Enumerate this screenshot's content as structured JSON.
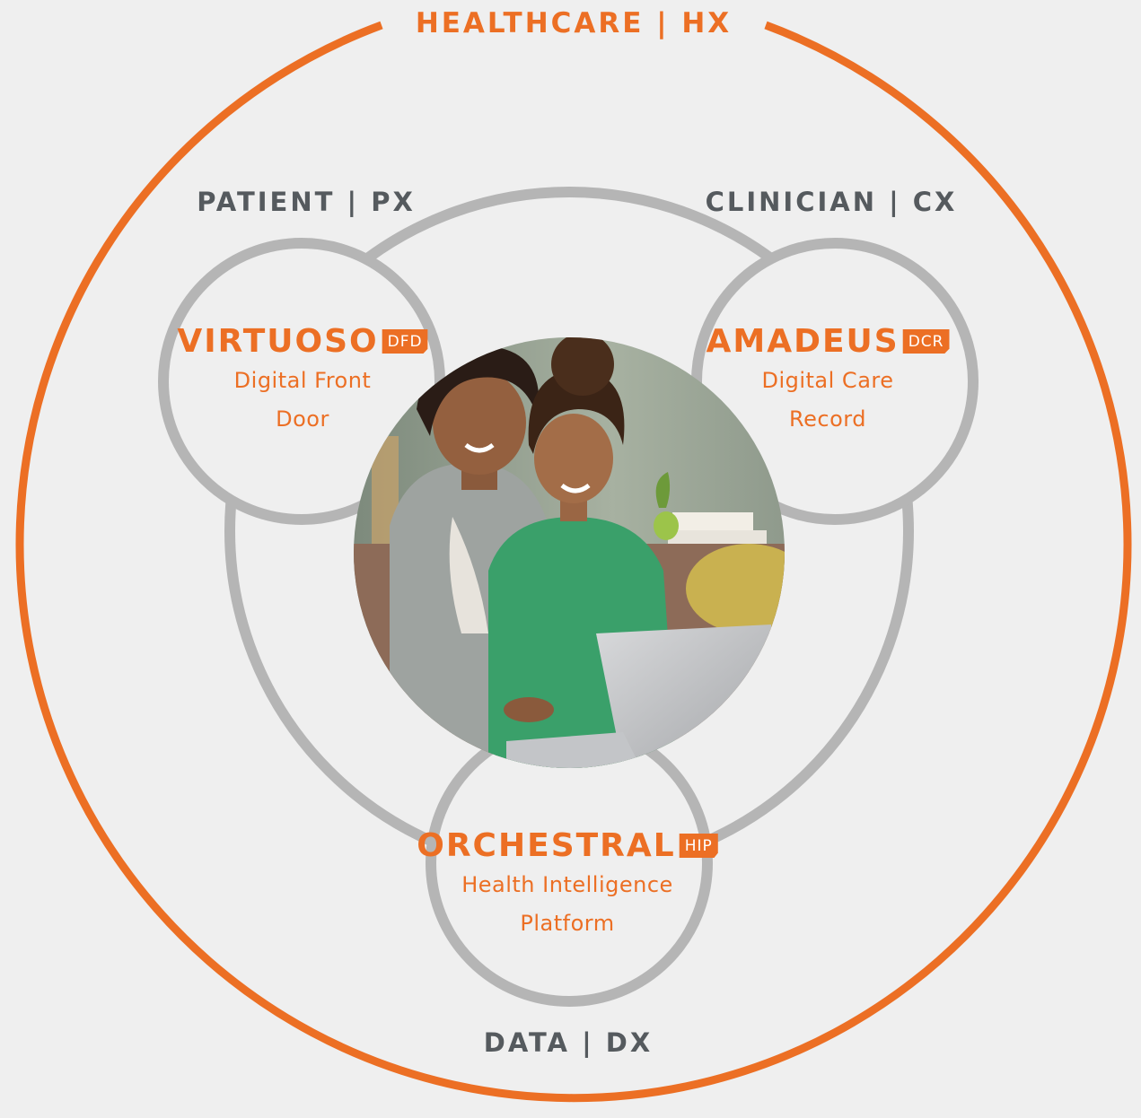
{
  "outer_label": "HEALTHCARE | HX",
  "segments": {
    "patient": "PATIENT | PX",
    "clinician": "CLINICIAN | CX",
    "data": "DATA | DX"
  },
  "products": {
    "virtuoso": {
      "name": "VIRTUOSO",
      "badge": "DFD",
      "desc_line1": "Digital Front",
      "desc_line2": "Door"
    },
    "amadeus": {
      "name": "AMADEUS",
      "badge": "DCR",
      "desc_line1": "Digital Care",
      "desc_line2": "Record"
    },
    "orchestral": {
      "name": "ORCHESTRAL",
      "badge": "HIP",
      "desc_line1": "Health Intelligence",
      "desc_line2": "Platform"
    }
  },
  "colors": {
    "accent": "#ec6f24",
    "ring": "#b5b5b5",
    "text_gray": "#555a5e",
    "background": "#efefef"
  },
  "photo": {
    "icon": "photo-mother-daughter-laptop"
  }
}
